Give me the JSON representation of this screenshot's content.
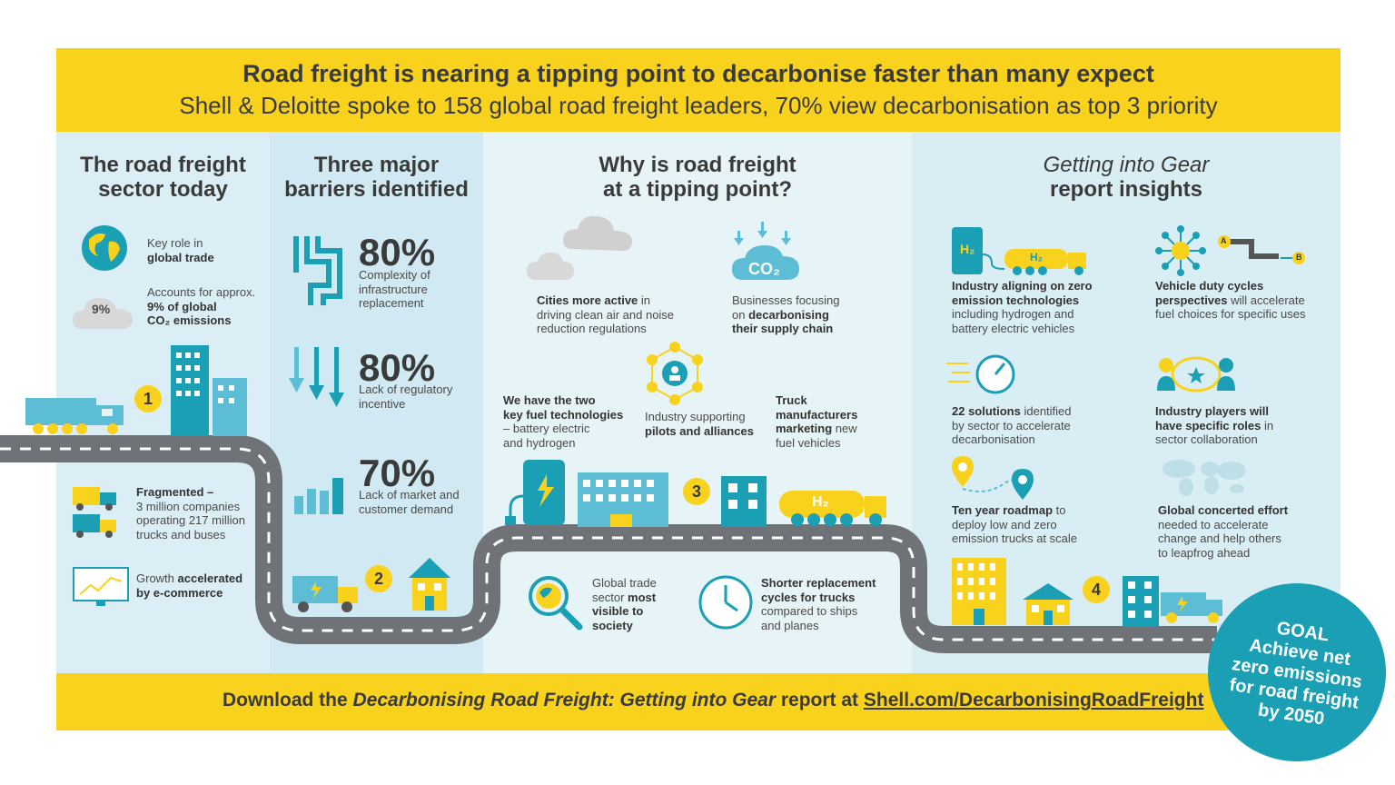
{
  "banner": {
    "title": "Road freight is nearing a tipping point to decarbonise faster than many expect",
    "subtitle": "Shell & Deloitte spoke to 158 global road freight leaders, 70% view decarbonisation as top 3 priority"
  },
  "col1": {
    "heading_l1": "The road freight",
    "heading_l2": "sector today",
    "trade_l1": "Key role in",
    "trade_l2": "global trade",
    "cloud_value": "9%",
    "emis_l1": "Accounts for approx.",
    "emis_l2": "9% of global",
    "emis_l3": "CO₂ emissions",
    "frag_l1": "Fragmented –",
    "frag_l2": "3 million companies",
    "frag_l3": "operating 217 million",
    "frag_l4": "trucks and buses",
    "growth_l1a": "Growth ",
    "growth_l1b": "accelerated",
    "growth_l2": "by e-commerce"
  },
  "col2": {
    "heading_l1": "Three major",
    "heading_l2": "barriers identified",
    "b1_pct": "80%",
    "b1_l1": "Complexity of",
    "b1_l2": "infrastructure",
    "b1_l3": "replacement",
    "b2_pct": "80%",
    "b2_l1": "Lack of regulatory",
    "b2_l2": "incentive",
    "b3_pct": "70%",
    "b3_l1": "Lack of market and",
    "b3_l2": "customer demand"
  },
  "col3": {
    "heading_l1": "Why is road freight",
    "heading_l2": "at a tipping point?",
    "cities_l1a": "Cities more active",
    "cities_l1b": " in",
    "cities_l2": "driving clean air and noise",
    "cities_l3": "reduction regulations",
    "co2_label": "CO₂",
    "biz_l1": "Businesses focusing",
    "biz_l2a": "on ",
    "biz_l2b": "decarbonising",
    "biz_l3": "their supply chain",
    "fuel_l1": "We have the two",
    "fuel_l2": "key fuel technologies",
    "fuel_l3": "– battery electric",
    "fuel_l4": "and hydrogen",
    "pilots_l1": "Industry supporting",
    "pilots_l2": "pilots and alliances",
    "truck_l1": "Truck",
    "truck_l2": "manufacturers",
    "truck_l3a": "marketing",
    "truck_l3b": " new",
    "truck_l4": "fuel vehicles",
    "h2_label": "H₂",
    "global_l1": "Global trade",
    "global_l2a": "sector ",
    "global_l2b": "most",
    "global_l3": "visible to",
    "global_l4": "society",
    "shorter_l1": "Shorter replacement",
    "shorter_l2": "cycles for trucks",
    "shorter_l3": "compared to ships",
    "shorter_l4": "and planes"
  },
  "col4": {
    "heading_l1": "Getting into Gear",
    "heading_l2": "report insights",
    "i1_l1": "Industry aligning on zero",
    "i1_l2": "emission technologies",
    "i1_l3": "including hydrogen and",
    "i1_l4": "battery electric vehicles",
    "i2_l1": "Vehicle duty cycles",
    "i2_l2a": "perspectives",
    "i2_l2b": " will accelerate",
    "i2_l3": "fuel choices for specific uses",
    "i3_l1a": "22 solutions",
    "i3_l1b": " identified",
    "i3_l2": "by sector to accelerate",
    "i3_l3": "decarbonisation",
    "i4_l1": "Industry players will",
    "i4_l2a": "have specific roles",
    "i4_l2b": " in",
    "i4_l3": "sector collaboration",
    "i5_l1a": "Ten year roadmap",
    "i5_l1b": " to",
    "i5_l2": "deploy low and zero",
    "i5_l3": "emission trucks at scale",
    "i6_l1": "Global concerted effort",
    "i6_l2": "needed to accelerate",
    "i6_l3": "change and help others",
    "i6_l4": "to leapfrog ahead",
    "h2_tank": "H₂",
    "h2_truck": "H₂",
    "route_a": "A",
    "route_b": "B"
  },
  "markers": [
    "1",
    "2",
    "3",
    "4"
  ],
  "footer": {
    "prefix": "Download the ",
    "report": "Decarbonising Road Freight: Getting into Gear",
    "mid": " report at ",
    "link": "Shell.com/DecarbonisingRoadFreight"
  },
  "goal": {
    "l1": "GOAL",
    "l2": "Achieve net",
    "l3": "zero emissions",
    "l4": "for road freight",
    "l5": "by 2050"
  },
  "colors": {
    "yellow": "#f8d21c",
    "teal": "#1a9fb4",
    "road": "#6f7378",
    "text": "#3a3a3a"
  }
}
